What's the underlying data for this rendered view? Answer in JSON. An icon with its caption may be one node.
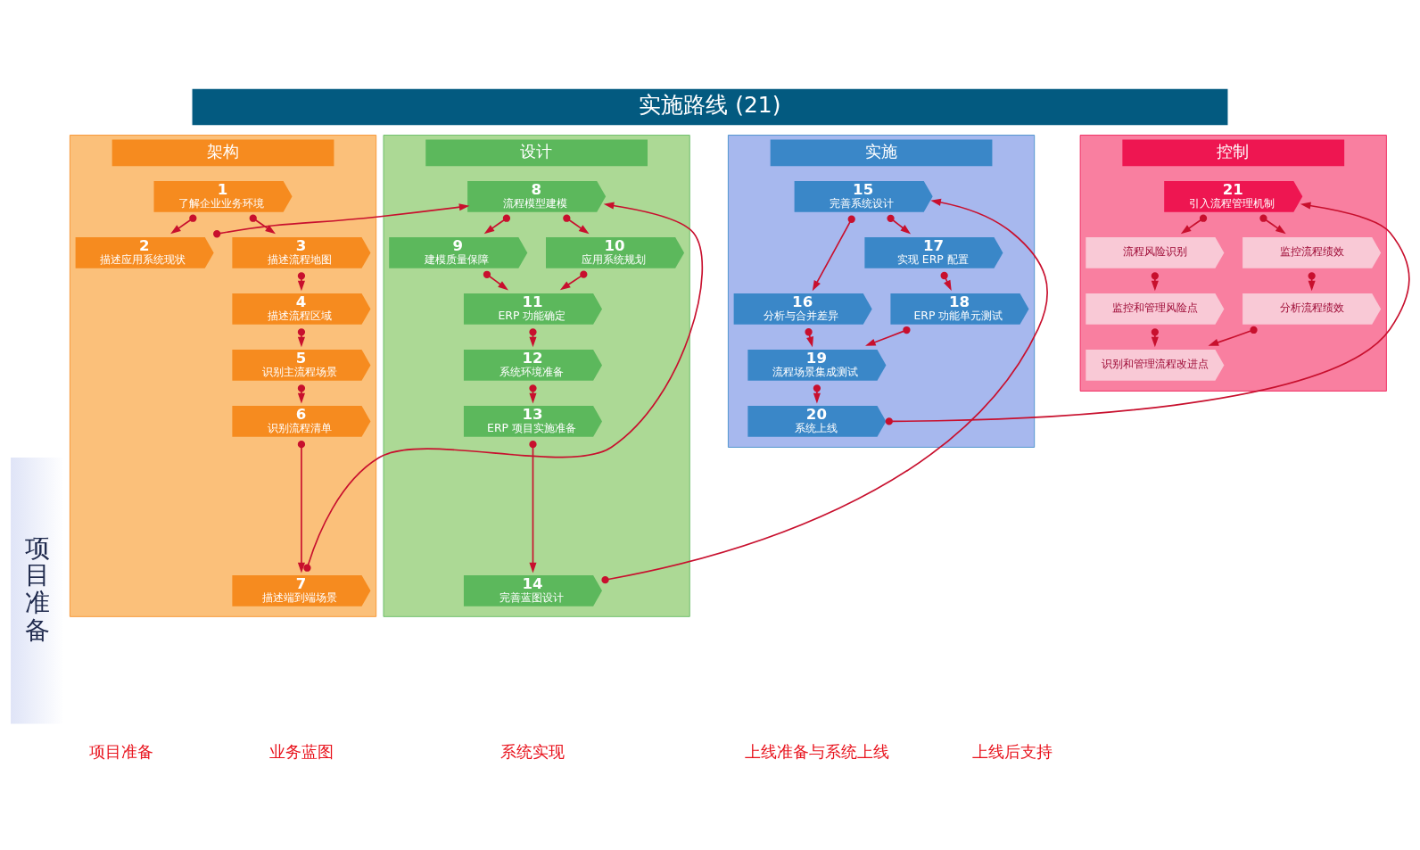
{
  "diagram": {
    "title": "实施路线 (21)",
    "nodes": [
      {
        "text": [
          "项目准备"
        ]
      },
      {
        "text": [
          "架构"
        ]
      },
      {
        "text": [
          "1",
          "了解企业业务环境"
        ],
        "in": 1
      },
      {
        "text": [
          "2",
          "描述应用系统现状"
        ],
        "in": 1
      },
      {
        "text": [
          "3",
          "描述流程地图"
        ],
        "in": 1
      },
      {
        "text": [
          "4",
          "描述流程区域"
        ],
        "in": 1
      },
      {
        "text": [
          "5",
          "识别主流程场景"
        ],
        "in": 1
      },
      {
        "text": [
          "6",
          "识别流程清单"
        ],
        "in": 1
      },
      {
        "text": [
          "7",
          "描述端到端场景"
        ],
        "in": 1
      },
      {
        "text": [
          "设计"
        ]
      },
      {
        "text": [
          "8",
          "流程模型建模"
        ],
        "in": 9
      },
      {
        "text": [
          "9",
          "建模质量保障"
        ],
        "in": 9
      },
      {
        "text": [
          "10",
          "应用系统规划"
        ],
        "in": 9
      },
      {
        "text": [
          "11",
          "ERP 功能确定"
        ],
        "in": 9
      },
      {
        "text": [
          "12",
          "系统环境准备"
        ],
        "in": 9
      },
      {
        "text": [
          "13",
          "ERP 项目实施准备"
        ],
        "in": 9
      },
      {
        "text": [
          "14",
          "完善蓝图设计"
        ],
        "in": 9
      },
      {
        "text": [
          "实施"
        ]
      },
      {
        "text": [
          "15",
          "完善系统设计"
        ],
        "in": 17
      },
      {
        "text": [
          "16",
          "分析与合并差异"
        ],
        "in": 17
      },
      {
        "text": [
          "17",
          "实现 ERP 配置"
        ],
        "in": 17
      },
      {
        "text": [
          "18",
          "ERP 功能单元测试"
        ],
        "in": 17
      },
      {
        "text": [
          "19",
          "流程场景集成测试"
        ],
        "in": 17
      },
      {
        "text": [
          "20",
          "系统上线"
        ],
        "in": 17
      },
      {
        "text": [
          "控制"
        ]
      },
      {
        "text": [
          "21",
          "引入流程管理机制"
        ],
        "in": 24
      },
      {
        "text": [
          "流程风险识别"
        ],
        "in": 24
      },
      {
        "text": [
          "监控和管理风险点"
        ],
        "in": 24
      },
      {
        "text": [
          "监控流程绩效"
        ],
        "in": 24
      },
      {
        "text": [
          "分析流程绩效"
        ],
        "in": 24
      },
      {
        "text": [
          "识别和管理流程改进点"
        ],
        "in": 24
      }
    ],
    "edges": [
      {
        "from": 2,
        "to": 3,
        "arrow": "to"
      },
      {
        "from": 2,
        "to": 4,
        "arrow": "to"
      },
      {
        "from": 4,
        "to": 5,
        "arrow": "to"
      },
      {
        "from": 5,
        "to": 6,
        "arrow": "to"
      },
      {
        "from": 6,
        "to": 7,
        "arrow": "to"
      },
      {
        "from": 7,
        "to": 8,
        "arrow": "to"
      },
      {
        "from": 8,
        "to": 10,
        "arrow": "to"
      },
      {
        "from": 3,
        "to": 10,
        "arrow": "to"
      },
      {
        "from": 10,
        "to": 11,
        "arrow": "to"
      },
      {
        "from": 10,
        "to": 12,
        "arrow": "to"
      },
      {
        "from": 11,
        "to": 13,
        "arrow": "to"
      },
      {
        "from": 12,
        "to": 13,
        "arrow": "to"
      },
      {
        "from": 13,
        "to": 14,
        "arrow": "to"
      },
      {
        "from": 14,
        "to": 15,
        "arrow": "to"
      },
      {
        "from": 15,
        "to": 16,
        "arrow": "to"
      },
      {
        "from": 16,
        "to": 18,
        "arrow": "to"
      },
      {
        "from": 18,
        "to": 19,
        "arrow": "to"
      },
      {
        "from": 18,
        "to": 20,
        "arrow": "to"
      },
      {
        "from": 19,
        "to": 22,
        "arrow": "to"
      },
      {
        "from": 20,
        "to": 21,
        "arrow": "to"
      },
      {
        "from": 21,
        "to": 22,
        "arrow": "to"
      },
      {
        "from": 22,
        "to": 23,
        "arrow": "to"
      },
      {
        "from": 23,
        "to": 25,
        "arrow": "to"
      },
      {
        "from": 25,
        "to": 26,
        "arrow": "to"
      },
      {
        "from": 25,
        "to": 28,
        "arrow": "to"
      },
      {
        "from": 26,
        "to": 27,
        "arrow": "to"
      },
      {
        "from": 28,
        "to": 29,
        "arrow": "to"
      },
      {
        "from": 27,
        "to": 30,
        "arrow": "to"
      },
      {
        "from": 29,
        "to": 30,
        "arrow": "to"
      }
    ],
    "labels": [
      "项目准备",
      "业务蓝图",
      "系统实现",
      "上线准备与系统上线",
      "上线后支持"
    ]
  }
}
